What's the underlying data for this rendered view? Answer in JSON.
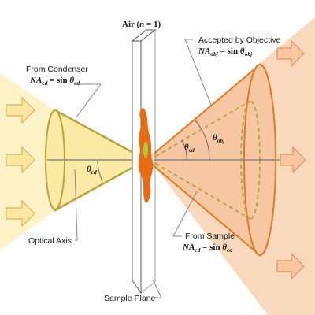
{
  "title": {
    "prefix": "Air (",
    "n": "n",
    "suffix": " = 1)"
  },
  "condenser": {
    "label": "From Condenser",
    "na": "NA",
    "na_sub": "cd",
    "eq": " = sin ",
    "theta": "θ",
    "theta_sub": "cd"
  },
  "objective": {
    "label": "Accepted by Objective",
    "na": "NA",
    "na_sub": "obj",
    "eq": " = sin ",
    "theta": "θ",
    "theta_sub": "obj"
  },
  "sample": {
    "label": "From Sample",
    "na": "NA",
    "na_sub": "cd",
    "eq": " = sin ",
    "theta": "θ",
    "theta_sub": "cd"
  },
  "angles": {
    "left": {
      "theta": "θ",
      "sub": "cd"
    },
    "right_inner": {
      "theta": "θ",
      "sub": "cd"
    },
    "right_outer": {
      "theta": "θ",
      "sub": "obj"
    }
  },
  "optical_axis": "Optical Axis",
  "sample_plane": "Sample Plane",
  "colors": {
    "condenser_fill": "#fdeeb3",
    "condenser_stroke": "#b9a23a",
    "objective_fill": "#f8cfae",
    "objective_stroke": "#e07a20",
    "sample_cone_dash": "#b9a23a",
    "specimen": "#e86a12",
    "specimen_core": "#a8cf3a",
    "arrow_fill_left": "#fde6a0",
    "arrow_fill_right": "#f9c6a0"
  }
}
